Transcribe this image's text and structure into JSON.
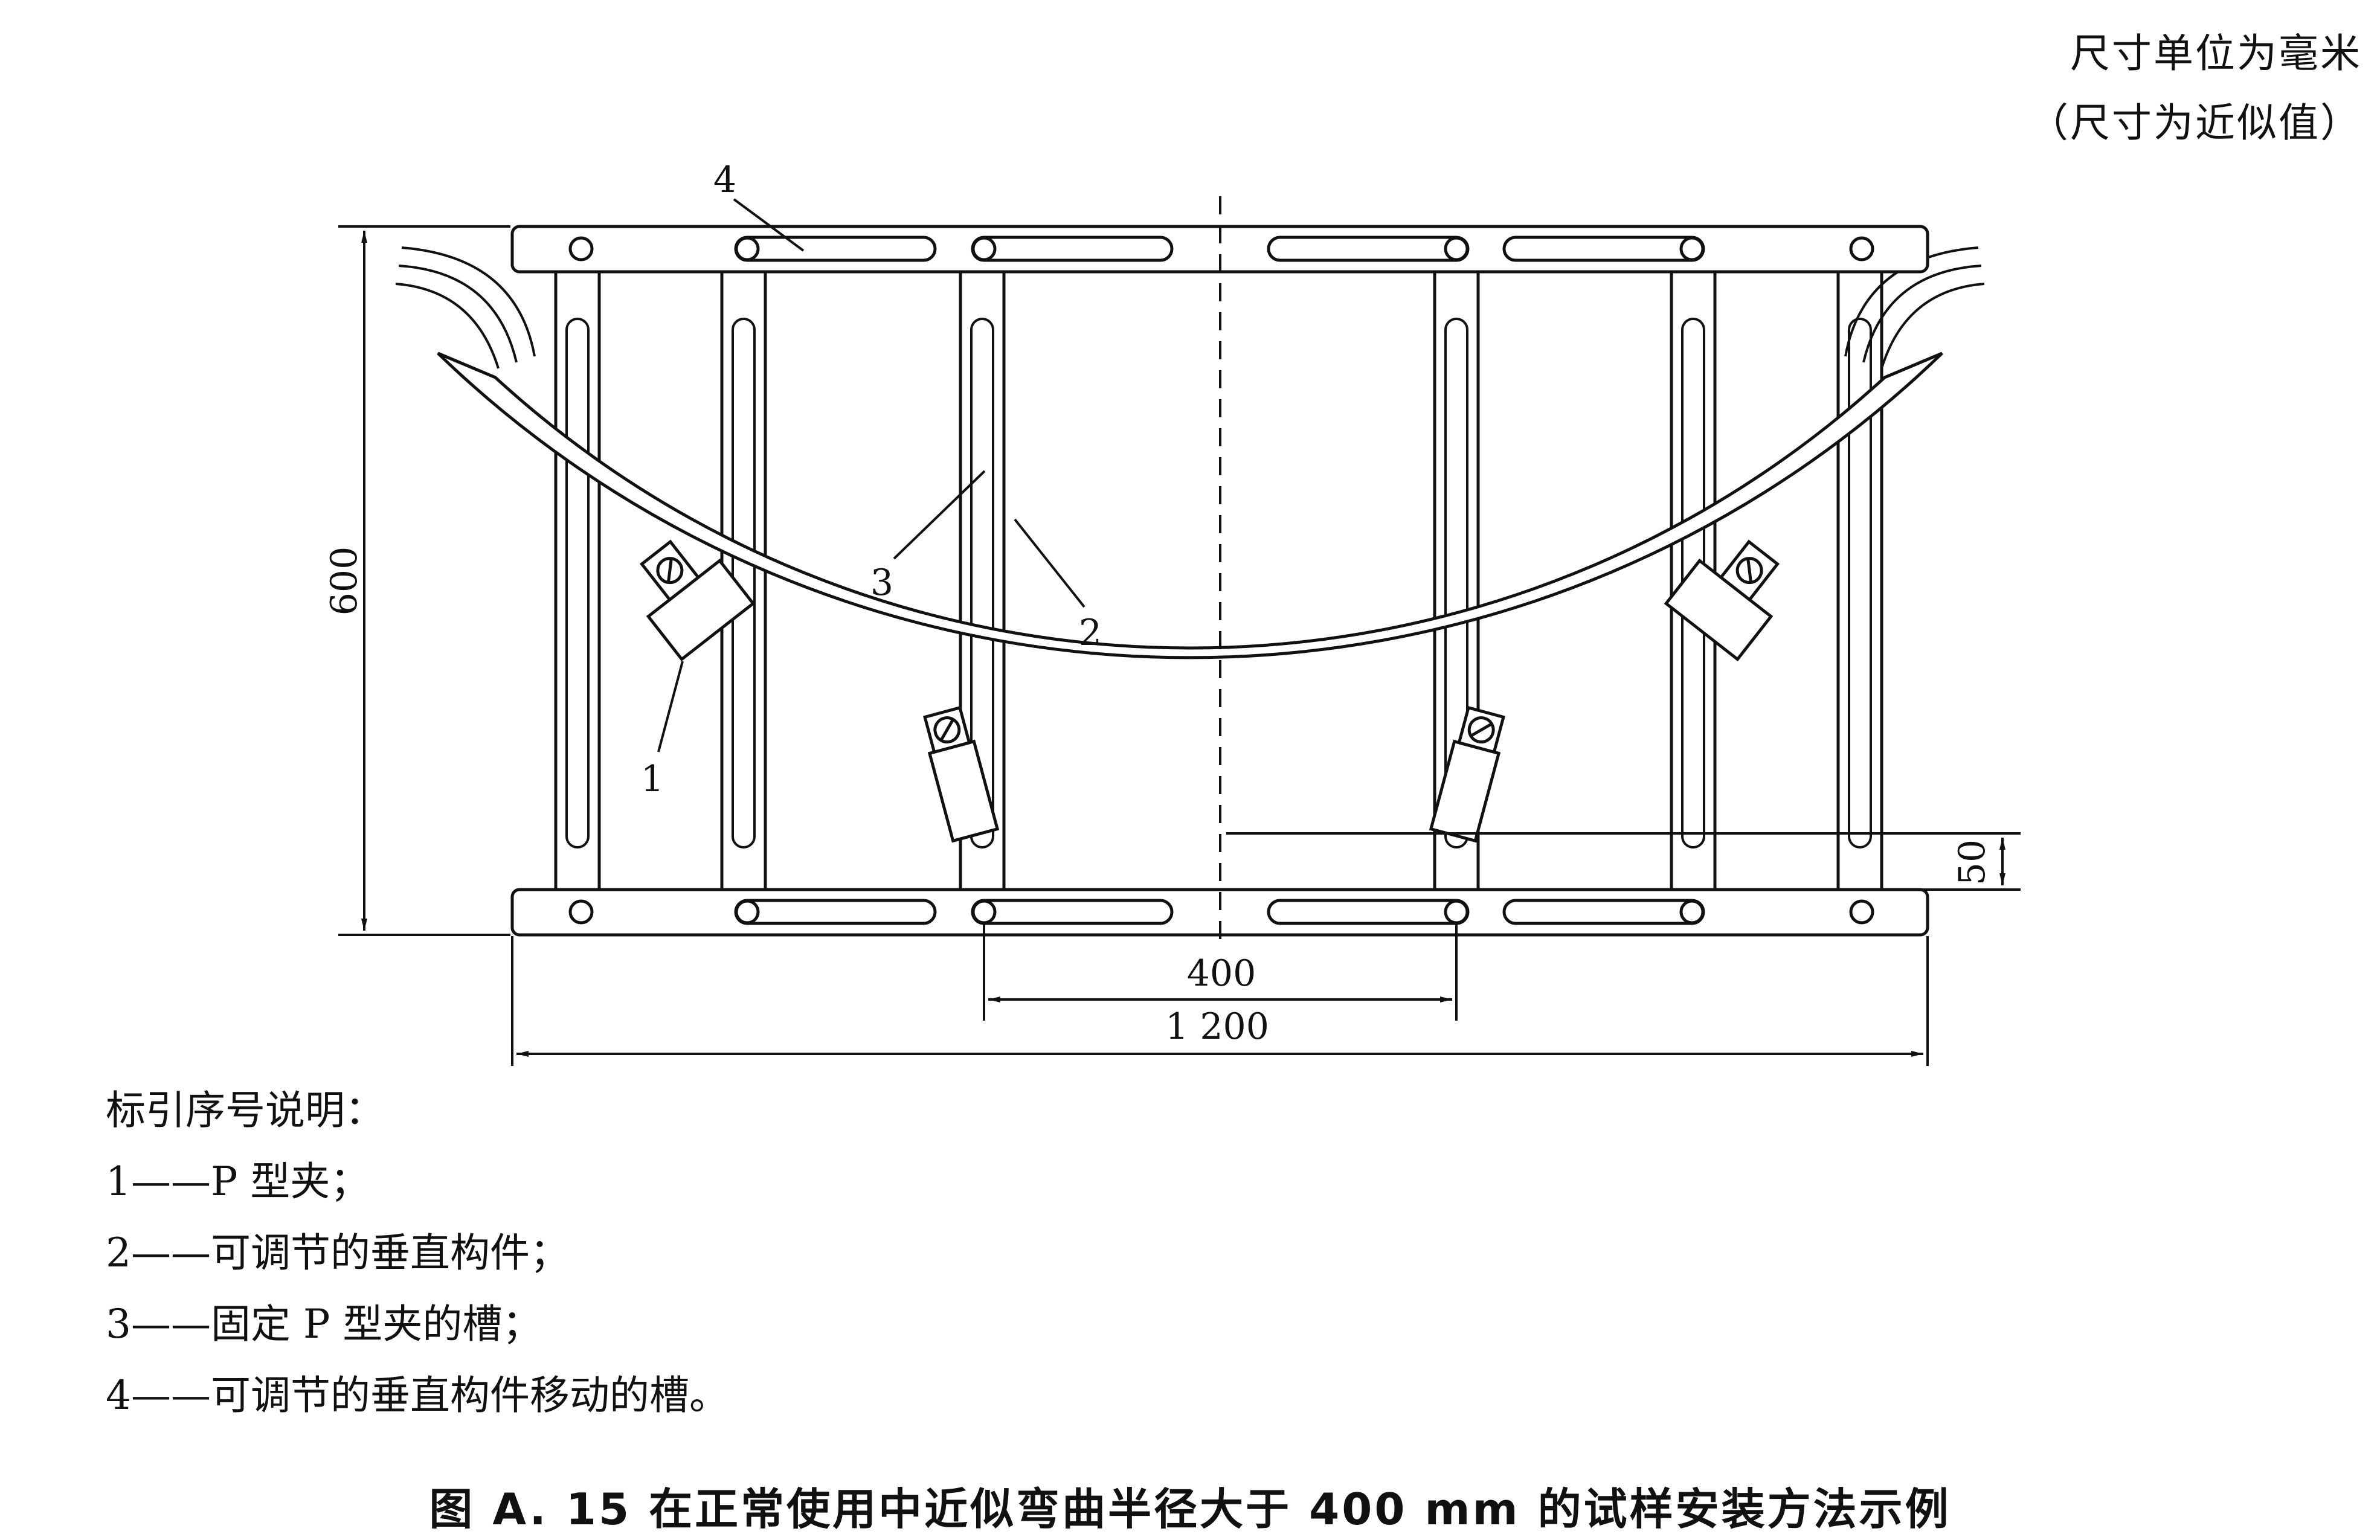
{
  "notes": {
    "units": "尺寸单位为毫米",
    "approx": "（尺寸为近似值）"
  },
  "dimensions": {
    "height": "600",
    "offset": "50",
    "inner_width": "400",
    "total_width": "1 200"
  },
  "callouts": {
    "c1": "1",
    "c2": "2",
    "c3": "3",
    "c4": "4"
  },
  "legend": {
    "title": "标引序号说明：",
    "items": [
      {
        "num": "1",
        "dash": "——",
        "text": "P 型夹；"
      },
      {
        "num": "2",
        "dash": "——",
        "text": "可调节的垂直构件；"
      },
      {
        "num": "3",
        "dash": "——",
        "text": "固定 P 型夹的槽；"
      },
      {
        "num": "4",
        "dash": "——",
        "text": "可调节的垂直构件移动的槽。"
      }
    ]
  },
  "caption": "图 A. 15   在正常使用中近似弯曲半径大于 400 mm 的试样安装方法示例"
}
